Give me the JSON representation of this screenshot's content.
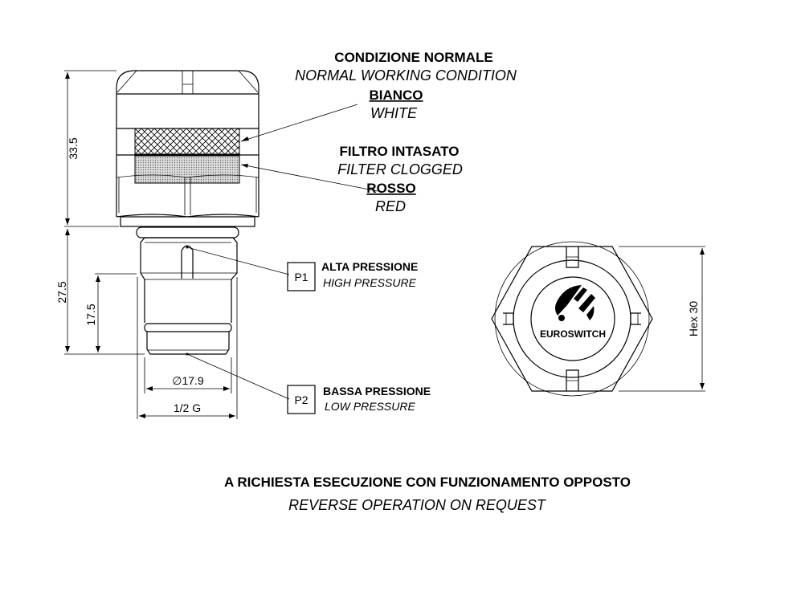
{
  "normal": {
    "title_it": "CONDIZIONE NORMALE",
    "title_en": "NORMAL WORKING CONDITION",
    "color_it": "BIANCO",
    "color_en": "WHITE"
  },
  "clogged": {
    "title_it": "FILTRO INTASATO",
    "title_en": "FILTER CLOGGED",
    "color_it": "ROSSO",
    "color_en": "RED"
  },
  "p1": {
    "tag": "P1",
    "label_it": "ALTA PRESSIONE",
    "label_en": "HIGH PRESSURE"
  },
  "p2": {
    "tag": "P2",
    "label_it": "BASSA PRESSIONE",
    "label_en": "LOW PRESSURE"
  },
  "dimensions": {
    "height_top": "33.5",
    "height_bottom": "27.5",
    "thread_length": "17.5",
    "diameter": "17.9",
    "thread": "1/2 G",
    "hex": "Hex 30"
  },
  "logo": {
    "text": "EUROSWITCH"
  },
  "footer": {
    "note_it": "A RICHIESTA ESECUZIONE CON FUNZIONAMENTO OPPOSTO",
    "note_en": "REVERSE OPERATION ON REQUEST"
  }
}
